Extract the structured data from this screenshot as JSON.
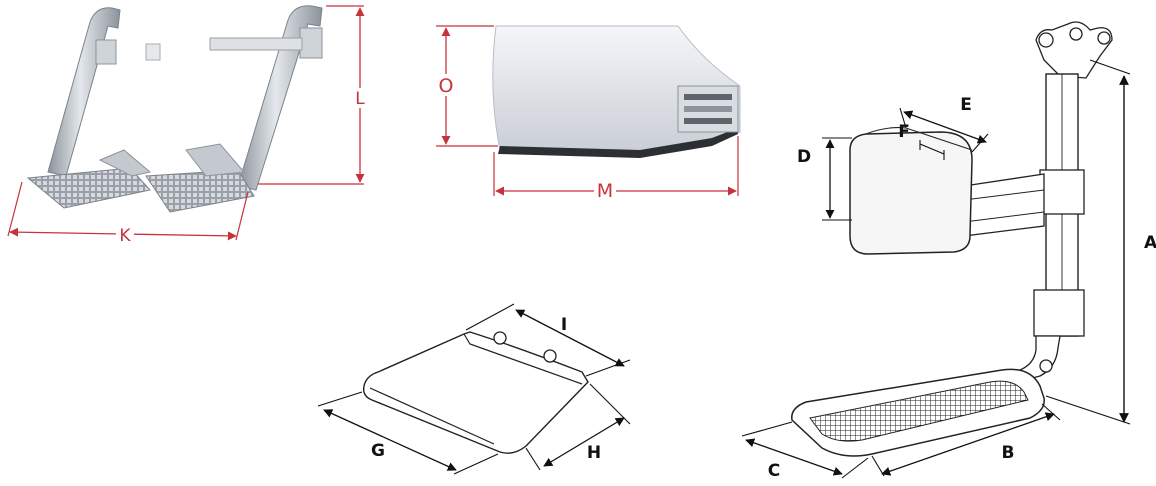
{
  "colors": {
    "dimension_red": "#c8323a",
    "dimension_black": "#111111",
    "metal": "#b9bfc6",
    "metal_dark": "#7b828a",
    "cushion": "#eaeaea"
  },
  "figures": {
    "footrest_pair": {
      "dims": {
        "k": "K",
        "l": "L"
      }
    },
    "footplate_side": {
      "dims": {
        "o": "O",
        "m": "M"
      }
    },
    "footplate_small": {
      "dims": {
        "i": "I",
        "g": "G",
        "h": "H"
      }
    },
    "legrest_assembly": {
      "dims": {
        "a": "A",
        "b": "B",
        "c": "C",
        "d": "D",
        "e": "E",
        "f": "F"
      }
    }
  }
}
